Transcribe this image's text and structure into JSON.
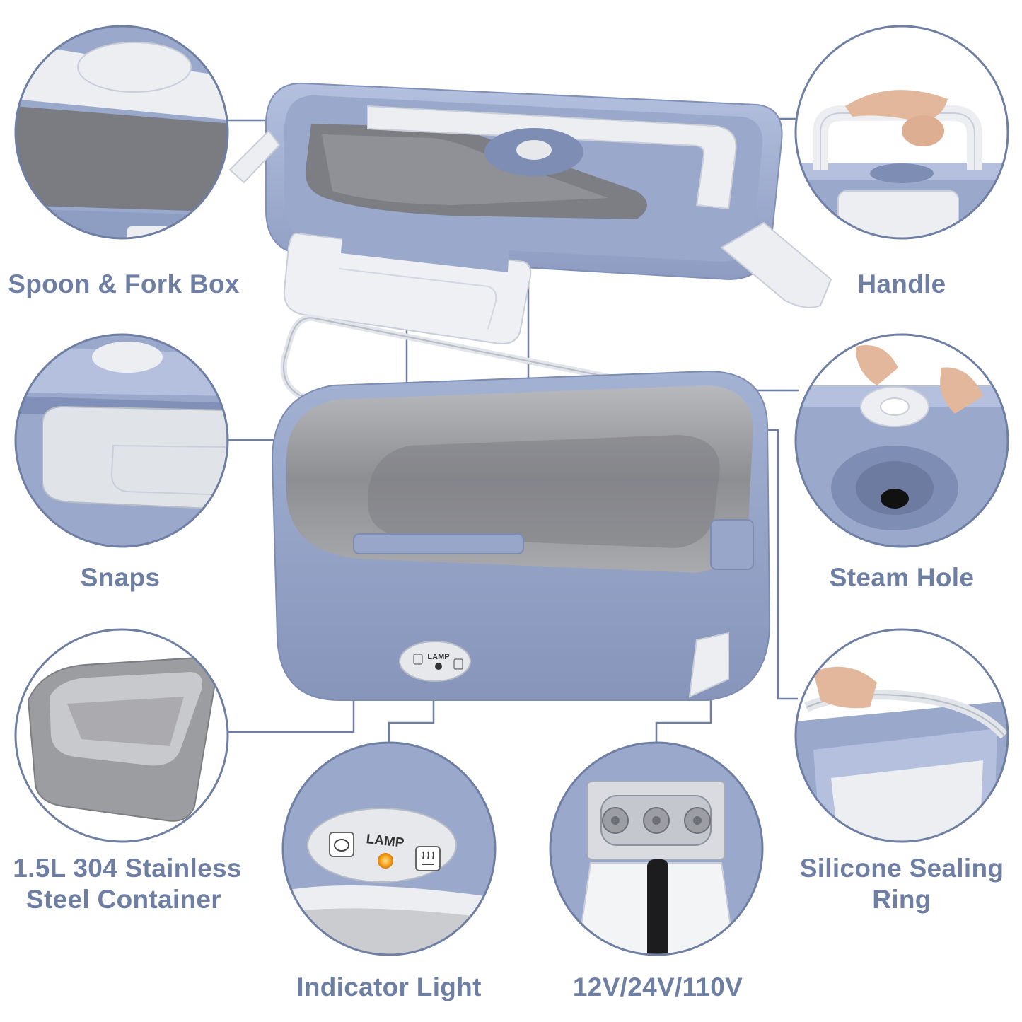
{
  "colors": {
    "label": "#6e7fa3",
    "callout_line": "#6e7fa3",
    "circle_border": "#6e7fa3",
    "product_body": "#8e9dc2",
    "product_light": "#a8b5d6",
    "white_part": "#eceef2",
    "steel": "#9a9b9e",
    "led": "#f5a623"
  },
  "features": [
    {
      "id": "spoon-fork-box",
      "label": "Spoon & Fork Box",
      "icon": "spoon-fork-box-detail"
    },
    {
      "id": "handle",
      "label": "Handle",
      "icon": "handle-detail"
    },
    {
      "id": "snaps",
      "label": "Snaps",
      "icon": "snap-detail"
    },
    {
      "id": "steam-hole",
      "label": "Steam Hole",
      "icon": "steam-hole-detail"
    },
    {
      "id": "container",
      "label_line1": "1.5L 304 Stainless",
      "label_line2": "Steel Container",
      "icon": "steel-container-detail"
    },
    {
      "id": "sealing-ring",
      "label_line1": "Silicone Sealing",
      "label_line2": "Ring",
      "icon": "sealing-ring-detail"
    },
    {
      "id": "indicator",
      "label": "Indicator Light",
      "icon": "indicator-light-detail"
    },
    {
      "id": "voltage",
      "label": "12V/24V/110V",
      "icon": "power-port-detail"
    }
  ],
  "product": {
    "panel_text": "LAMP"
  }
}
